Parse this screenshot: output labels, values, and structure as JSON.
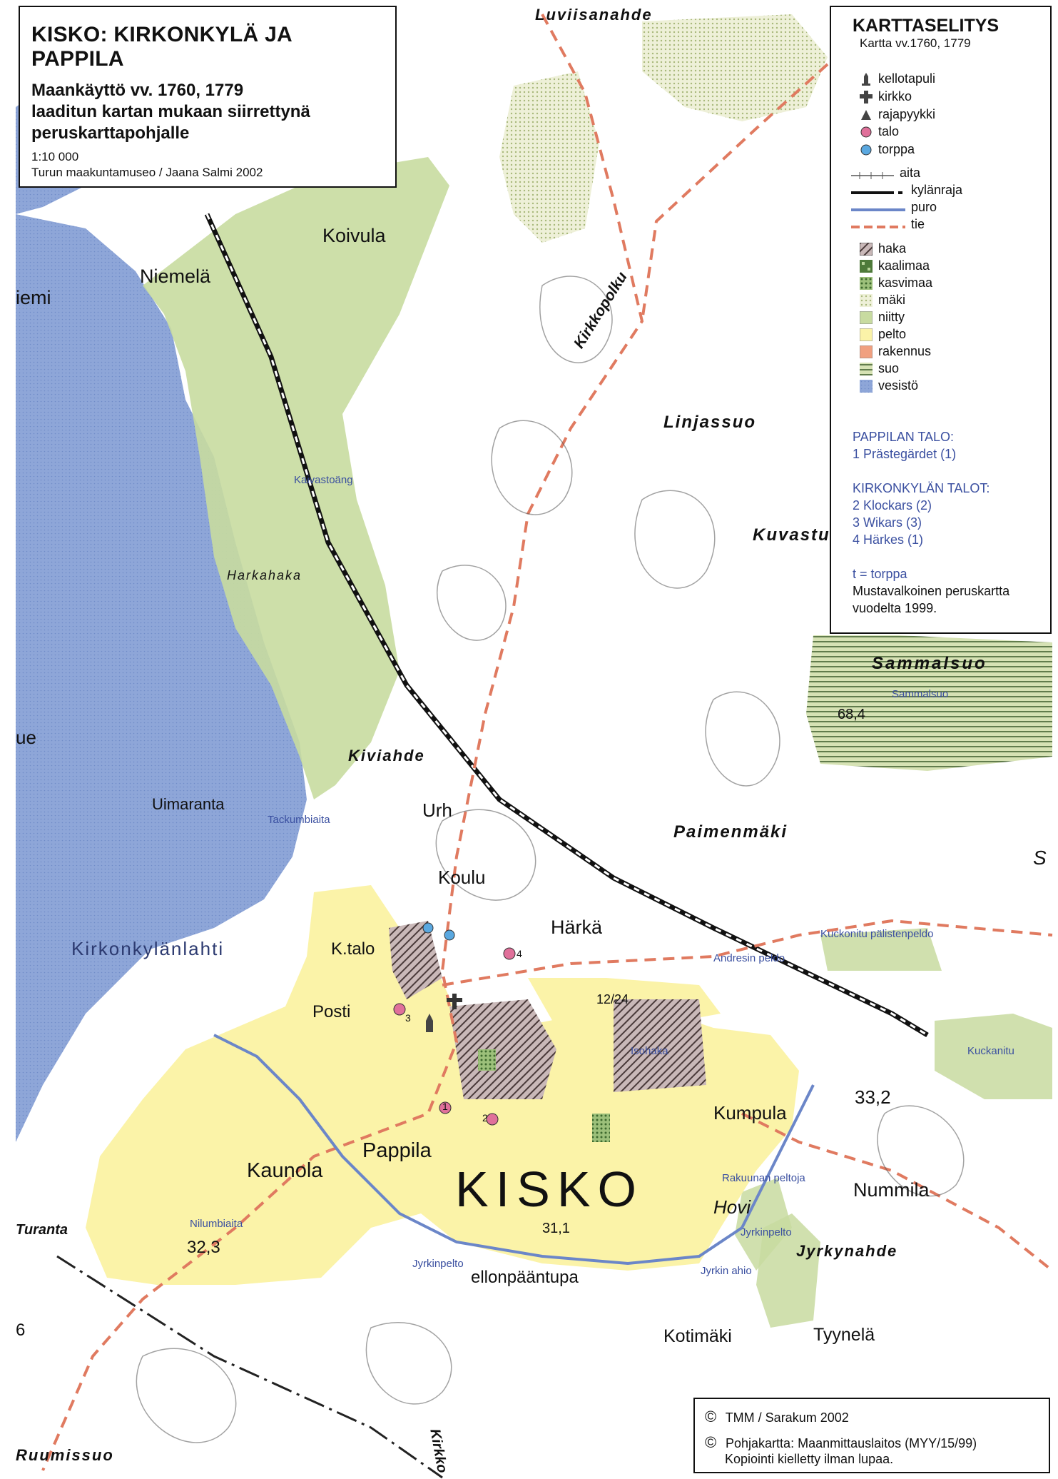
{
  "title": {
    "main": "KISKO: KIRKONKYLÄ JA PAPPILA",
    "subtitle_lines": [
      "Maankäyttö vv. 1760, 1779",
      "laaditun kartan mukaan siirrettynä",
      "peruskarttapohjalle"
    ],
    "scale": "1:10 000",
    "credit": "Turun maakuntamuseo / Jaana Salmi 2002"
  },
  "legend": {
    "heading": "KARTTASELITYS",
    "subheading": "Kartta vv.1760, 1779",
    "items": [
      {
        "label": "kellotapuli",
        "icon": "bell-tower-icon"
      },
      {
        "label": "kirkko",
        "icon": "church-icon"
      },
      {
        "label": "rajapyykki",
        "icon": "boundary-marker-icon"
      },
      {
        "label": "talo",
        "icon": "house-dot-icon",
        "color": "#e0709a"
      },
      {
        "label": "torppa",
        "icon": "croft-dot-icon",
        "color": "#5aa8e0"
      },
      {
        "label": "aita",
        "icon": "fence-line-icon"
      },
      {
        "label": "kylänraja",
        "icon": "village-border-icon"
      },
      {
        "label": "puro",
        "icon": "stream-line-icon",
        "color": "#6b86c8"
      },
      {
        "label": "tie",
        "icon": "road-line-icon",
        "color": "#e07a60"
      },
      {
        "label": "haka",
        "icon": "pasture-swatch-icon"
      },
      {
        "label": "kaalimaa",
        "icon": "cabbage-field-swatch-icon"
      },
      {
        "label": "kasvimaa",
        "icon": "vegetable-garden-swatch-icon"
      },
      {
        "label": "mäki",
        "icon": "hill-swatch-icon"
      },
      {
        "label": "niitty",
        "icon": "meadow-swatch-icon",
        "color": "#c8dba0"
      },
      {
        "label": "pelto",
        "icon": "field-swatch-icon",
        "color": "#fbf3a8"
      },
      {
        "label": "rakennus",
        "icon": "building-swatch-icon",
        "color": "#f0a080"
      },
      {
        "label": "suo",
        "icon": "bog-swatch-icon"
      },
      {
        "label": "vesistö",
        "icon": "water-swatch-icon",
        "color": "#8ea6d8"
      }
    ],
    "pappila_heading": "PAPPILAN TALO:",
    "pappila_items": [
      "1 Prästegärdet (1)"
    ],
    "kirkonkyla_heading": "KIRKONKYLÄN TALOT:",
    "kirkonkyla_items": [
      "2 Klockars (2)",
      "3 Wikars (3)",
      "4 Härkes (1)"
    ],
    "torppa_note": "t = torppa",
    "base_note_lines": [
      "Mustavalkoinen peruskartta",
      "vuodelta 1999."
    ]
  },
  "copyright": {
    "line1": "TMM / Sarakum 2002",
    "line2": "Pohjakartta: Maanmittauslaitos (MYY/15/99)",
    "line3": "Kopiointi kielletty ilman lupaa."
  },
  "map_labels": {
    "base": [
      "Luviisanahde",
      "Koivula",
      "Niemelä",
      "iemi",
      "Kirkkopolku",
      "Linjassuo",
      "Kuvastu",
      "Harkahaka",
      "Sammalsuo",
      "Kiviahde",
      "Uimaranta",
      "Urh",
      "Paimenmäki",
      "Koulu",
      "Härkä",
      "Kirkonkylänlahti",
      "K.talo",
      "Posti",
      "Pappila",
      "Kaunola",
      "KISKO",
      "Hovi",
      "Kumpula",
      "Nummila",
      "Jyrkynahde",
      "ellonpääntupa",
      "Kotimäki",
      "Tyynelä",
      "Ruumissuo",
      "Turanta",
      "Kirkko",
      "ue",
      "33,2",
      "32,3",
      "31,1",
      "68,4",
      "12/24",
      "6",
      "S"
    ],
    "historic": [
      "Kaivastoäng",
      "Sammalsuo",
      "Tackumbiaita",
      "Kuckonitu pälistenpeldo",
      "Andresin peldo",
      "Isohaka",
      "Kuckanitu",
      "Rakuunan peltoja",
      "Jyrkinpelto",
      "Jyrkin ahio",
      "Nilumbiaita",
      "Jyrkinpelto"
    ],
    "house_numbers": [
      "1",
      "2",
      "3",
      "4"
    ]
  },
  "colors": {
    "water": "#8ea6d8",
    "meadow": "#c8dba0",
    "field": "#fbf3a8",
    "road": "#e07a60",
    "stream": "#6b86c8",
    "house": "#e0709a",
    "croft": "#5aa8e0",
    "hill_dots": "#b8c890"
  }
}
